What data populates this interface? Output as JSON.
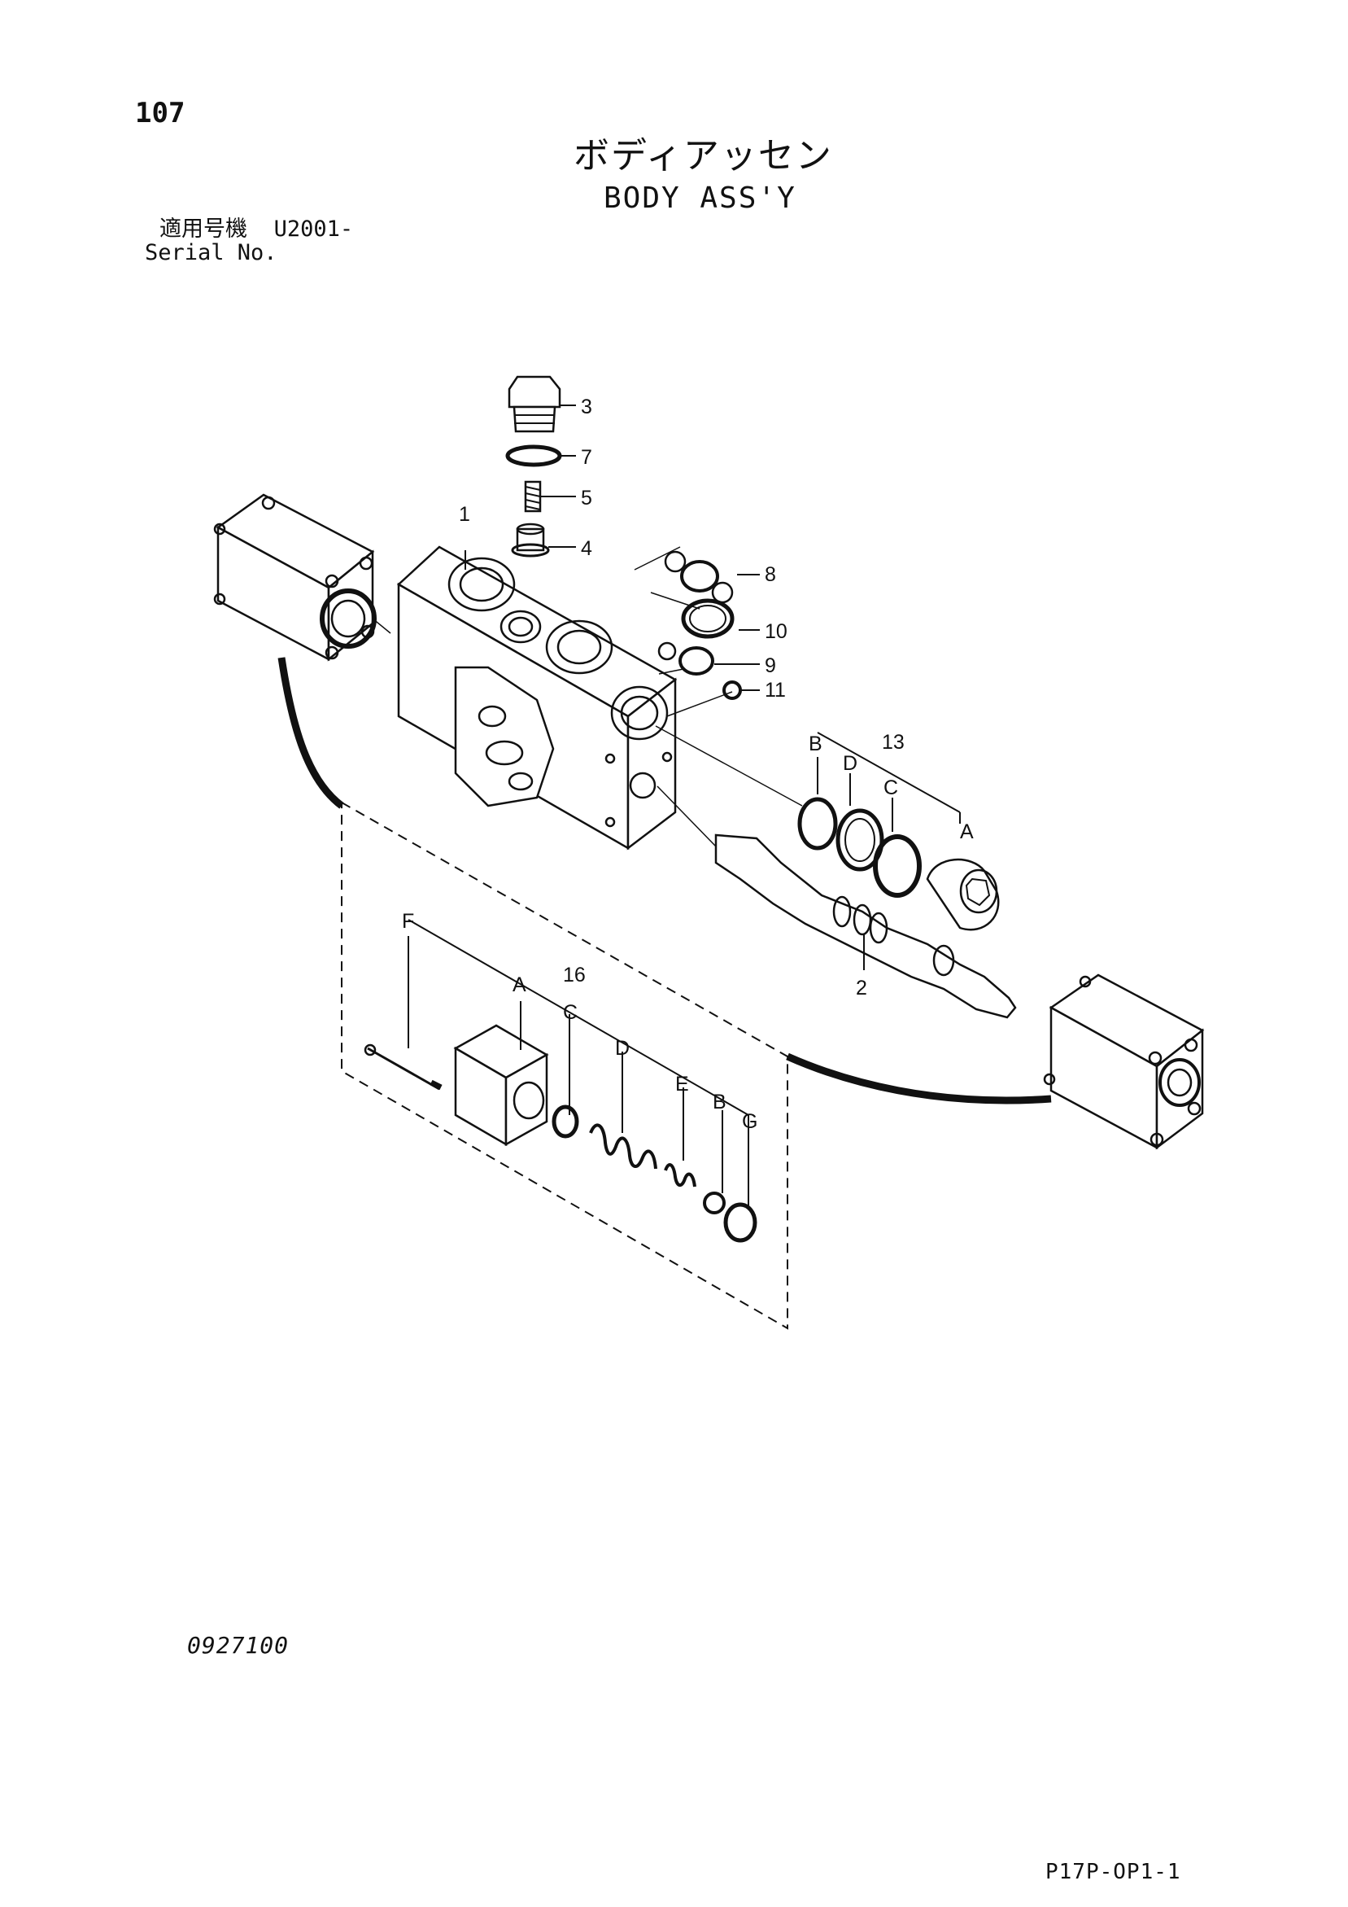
{
  "header": {
    "page_number": "107",
    "title_jp": "ボディアッセン",
    "title_en": "BODY ASS'Y",
    "serial_label_jp": "適用号機",
    "serial_value": "U2001-",
    "serial_label_en": "Serial No."
  },
  "callouts": {
    "body": "1",
    "spool": "2",
    "plug": "3",
    "poppet": "4",
    "spring": "5",
    "o_ring_7": "7",
    "o_ring_8": "8",
    "o_ring_9": "9",
    "o_ring_10": "10",
    "o_ring_11": "11",
    "kit_13": "13",
    "kit_16": "16"
  },
  "kit_13_letters": {
    "b": "B",
    "d": "D",
    "c": "C",
    "a": "A"
  },
  "kit_16_letters": {
    "f": "F",
    "a": "A",
    "c": "C",
    "d": "D",
    "e": "E",
    "b": "B",
    "g": "G"
  },
  "footer": {
    "drawing_number": "0927100",
    "sheet_code": "P17P-OP1-1"
  }
}
